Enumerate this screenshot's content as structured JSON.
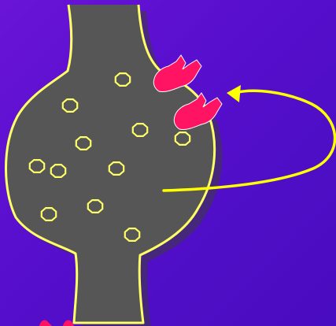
{
  "diagram": {
    "colors": {
      "background": "#5a10c9",
      "terminal_fill": "#565656",
      "terminal_shadow": "#3d3d3d",
      "outline": "#ffff66",
      "vesicle": "#ffff66",
      "receptor": "#ff1464",
      "receptor_outline": "#ffffff",
      "feedback_arrow": "#ffff00",
      "fragment": "#ff1464"
    },
    "elements": {
      "terminal": "presynaptic-terminal",
      "vesicles": "synaptic-vesicle",
      "receptors": "autoreceptor",
      "arrow": "feedback-arrow"
    }
  }
}
